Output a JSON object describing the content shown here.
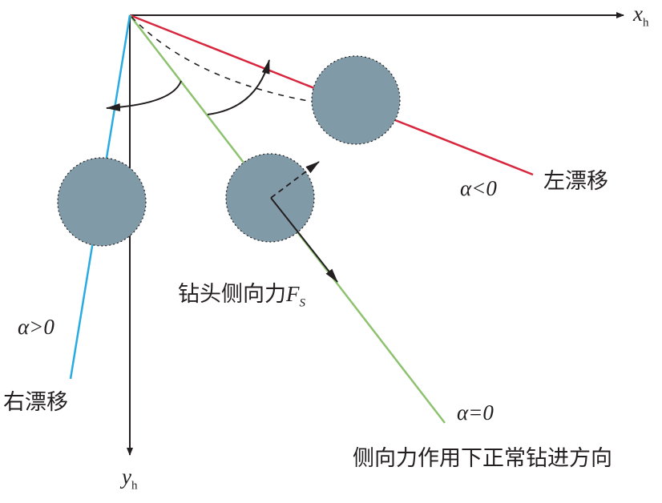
{
  "axes": {
    "x_label": "x",
    "x_sub": "h",
    "y_label": "y",
    "y_sub": "h"
  },
  "labels": {
    "left_drift": "左漂移",
    "left_alpha": "α<0",
    "right_drift": "右漂移",
    "right_alpha": "α>0",
    "normal_alpha": "α=0",
    "normal_text": "侧向力作用下正常钻进方向",
    "force_text": "钻头侧向力",
    "force_symbol": "F",
    "force_sub": "S"
  },
  "colors": {
    "left": "#d7263d",
    "right": "#29abe2",
    "normal": "#8dc26f",
    "bit": "#819aa7"
  }
}
